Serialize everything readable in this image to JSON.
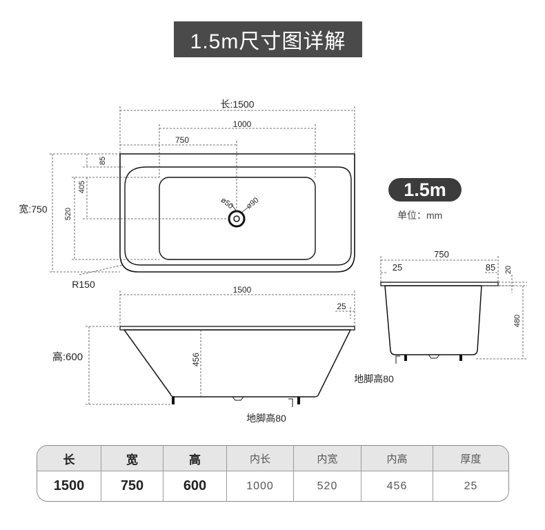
{
  "title": "1.5m尺寸图详解",
  "model": "1.5m",
  "unit": "单位：mm",
  "top_view": {
    "length_label": "长:1500",
    "inner_length": "1000",
    "drain_offset": "750",
    "rim_top": "85",
    "drain_depth": "405",
    "inner_width": "520",
    "width_label": "宽:750",
    "drain_small": "ø50",
    "drain_large": "ø90",
    "corner_radius": "R150"
  },
  "front_view": {
    "length": "1500",
    "rim_thickness": "25",
    "height_label": "高:600",
    "inner_depth": "456",
    "feet_height": "地脚高80"
  },
  "side_view": {
    "width": "750",
    "rim_left": "25",
    "rim_right": "85",
    "rim_thickness": "20",
    "inner_height": "480",
    "feet_height": "地脚高80"
  },
  "table": {
    "headers": [
      "长",
      "宽",
      "高",
      "内长",
      "内宽",
      "内高",
      "厚度"
    ],
    "values": [
      "1500",
      "750",
      "600",
      "1000",
      "520",
      "456",
      "25"
    ]
  }
}
